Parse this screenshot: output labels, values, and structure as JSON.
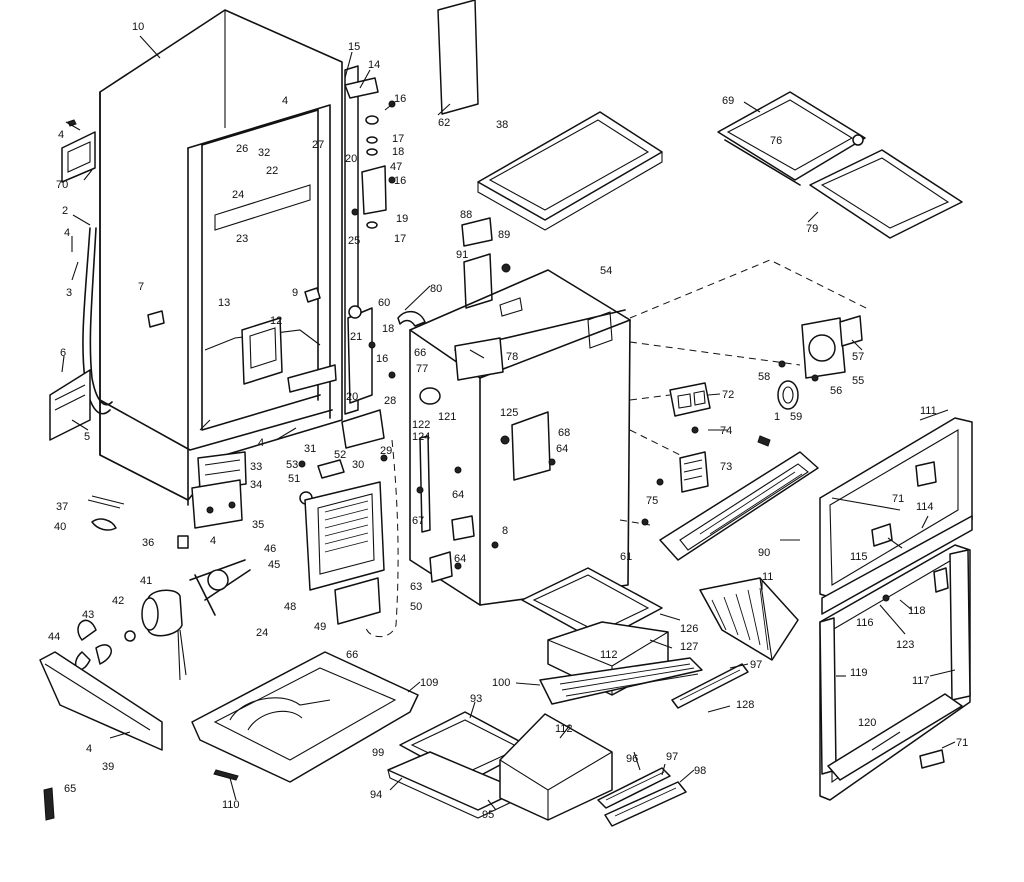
{
  "diagram": {
    "labels": [
      {
        "text": "10"
      },
      {
        "text": "15"
      },
      {
        "text": "14"
      },
      {
        "text": "16"
      },
      {
        "text": "17"
      },
      {
        "text": "18"
      },
      {
        "text": "20"
      },
      {
        "text": "47"
      },
      {
        "text": "16"
      },
      {
        "text": "19"
      },
      {
        "text": "25"
      },
      {
        "text": "17"
      },
      {
        "text": "4"
      },
      {
        "text": "26"
      },
      {
        "text": "32"
      },
      {
        "text": "27"
      },
      {
        "text": "22"
      },
      {
        "text": "24"
      },
      {
        "text": "23"
      },
      {
        "text": "4"
      },
      {
        "text": "70"
      },
      {
        "text": "2"
      },
      {
        "text": "4"
      },
      {
        "text": "3"
      },
      {
        "text": "7"
      },
      {
        "text": "9"
      },
      {
        "text": "13"
      },
      {
        "text": "12"
      },
      {
        "text": "60"
      },
      {
        "text": "18"
      },
      {
        "text": "80"
      },
      {
        "text": "21"
      },
      {
        "text": "16"
      },
      {
        "text": "20"
      },
      {
        "text": "28"
      },
      {
        "text": "6"
      },
      {
        "text": "5"
      },
      {
        "text": "4"
      },
      {
        "text": "31"
      },
      {
        "text": "33"
      },
      {
        "text": "52"
      },
      {
        "text": "30"
      },
      {
        "text": "29"
      },
      {
        "text": "53"
      },
      {
        "text": "51"
      },
      {
        "text": "34"
      },
      {
        "text": "35"
      },
      {
        "text": "4"
      },
      {
        "text": "37"
      },
      {
        "text": "40"
      },
      {
        "text": "36"
      },
      {
        "text": "46"
      },
      {
        "text": "45"
      },
      {
        "text": "41"
      },
      {
        "text": "42"
      },
      {
        "text": "43"
      },
      {
        "text": "44"
      },
      {
        "text": "24"
      },
      {
        "text": "48"
      },
      {
        "text": "49"
      },
      {
        "text": "66"
      },
      {
        "text": "4"
      },
      {
        "text": "39"
      },
      {
        "text": "65"
      },
      {
        "text": "62"
      },
      {
        "text": "38"
      },
      {
        "text": "88"
      },
      {
        "text": "89"
      },
      {
        "text": "91"
      },
      {
        "text": "54"
      },
      {
        "text": "66"
      },
      {
        "text": "78"
      },
      {
        "text": "77"
      },
      {
        "text": "122"
      },
      {
        "text": "121"
      },
      {
        "text": "124"
      },
      {
        "text": "125"
      },
      {
        "text": "68"
      },
      {
        "text": "64"
      },
      {
        "text": "64"
      },
      {
        "text": "67"
      },
      {
        "text": "8"
      },
      {
        "text": "63"
      },
      {
        "text": "64"
      },
      {
        "text": "50"
      },
      {
        "text": "69"
      },
      {
        "text": "76"
      },
      {
        "text": "79"
      },
      {
        "text": "57"
      },
      {
        "text": "58"
      },
      {
        "text": "56"
      },
      {
        "text": "55"
      },
      {
        "text": "59"
      },
      {
        "text": "72"
      },
      {
        "text": "74"
      },
      {
        "text": "1"
      },
      {
        "text": "73"
      },
      {
        "text": "75"
      },
      {
        "text": "61"
      },
      {
        "text": "90"
      },
      {
        "text": "111"
      },
      {
        "text": "71"
      },
      {
        "text": "114"
      },
      {
        "text": "115"
      },
      {
        "text": "118"
      },
      {
        "text": "116"
      },
      {
        "text": "123"
      },
      {
        "text": "11"
      },
      {
        "text": "126"
      },
      {
        "text": "112"
      },
      {
        "text": "127"
      },
      {
        "text": "97"
      },
      {
        "text": "100"
      },
      {
        "text": "128"
      },
      {
        "text": "109"
      },
      {
        "text": "93"
      },
      {
        "text": "112"
      },
      {
        "text": "99"
      },
      {
        "text": "94"
      },
      {
        "text": "96"
      },
      {
        "text": "97"
      },
      {
        "text": "98"
      },
      {
        "text": "95"
      },
      {
        "text": "110"
      },
      {
        "text": "119"
      },
      {
        "text": "117"
      },
      {
        "text": "120"
      },
      {
        "text": "71"
      }
    ]
  }
}
